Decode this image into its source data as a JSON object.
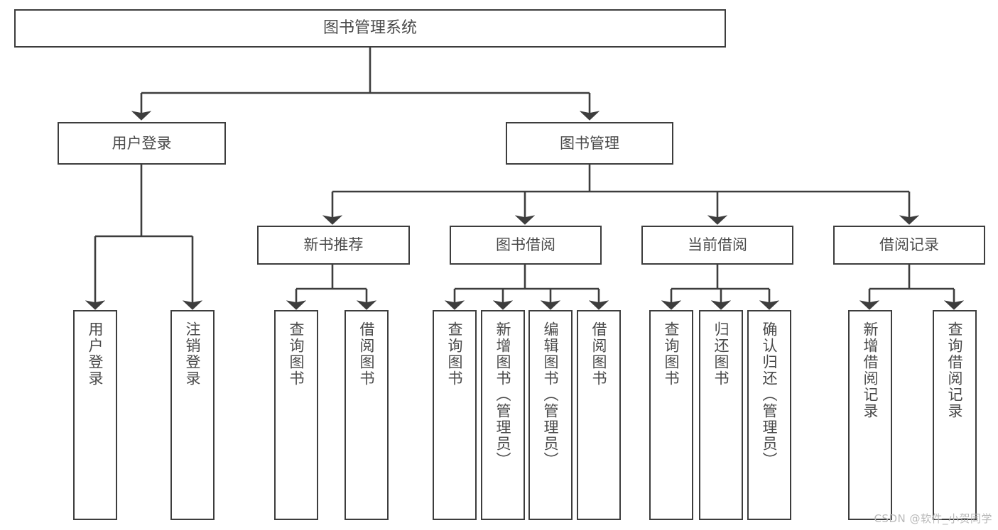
{
  "diagram": {
    "title": "图书管理系统",
    "type": "tree-hierarchy",
    "watermark": "CSDN @软件_小贺同学",
    "colors": {
      "box_border": "#3d3d3d",
      "box_fill": "#ffffff",
      "text": "#4a4a4a",
      "edge": "#3d3d3d",
      "watermark": "#b9b9b9",
      "background": "#ffffff"
    }
  },
  "nodes": {
    "root": {
      "label": "图书管理系统"
    },
    "level2": [
      {
        "id": "user-login",
        "label": "用户登录"
      },
      {
        "id": "book-manage",
        "label": "图书管理"
      }
    ],
    "level3": [
      {
        "id": "new-book-recommend",
        "label": "新书推荐"
      },
      {
        "id": "book-borrow",
        "label": "图书借阅"
      },
      {
        "id": "current-borrow",
        "label": "当前借阅"
      },
      {
        "id": "borrow-record",
        "label": "借阅记录"
      }
    ],
    "leaves": {
      "user-login": [
        {
          "id": "leaf-user-login",
          "label": "用户登录"
        },
        {
          "id": "leaf-logout-login",
          "label": "注销登录"
        }
      ],
      "new-book-recommend": [
        {
          "id": "leaf-query-book-1",
          "label": "查询图书"
        },
        {
          "id": "leaf-borrow-book-1",
          "label": "借阅图书"
        }
      ],
      "book-borrow": [
        {
          "id": "leaf-query-book-2",
          "label": "查询图书"
        },
        {
          "id": "leaf-add-book",
          "label": "新增图书（管理员）"
        },
        {
          "id": "leaf-edit-book",
          "label": "编辑图书（管理员）"
        },
        {
          "id": "leaf-borrow-book-2",
          "label": "借阅图书"
        }
      ],
      "current-borrow": [
        {
          "id": "leaf-query-book-3",
          "label": "查询图书"
        },
        {
          "id": "leaf-return-book",
          "label": "归还图书"
        },
        {
          "id": "leaf-confirm-return",
          "label": "确认归还（管理员）"
        }
      ],
      "borrow-record": [
        {
          "id": "leaf-add-record",
          "label": "新增借阅记录"
        },
        {
          "id": "leaf-query-record",
          "label": "查询借阅记录"
        }
      ]
    }
  }
}
